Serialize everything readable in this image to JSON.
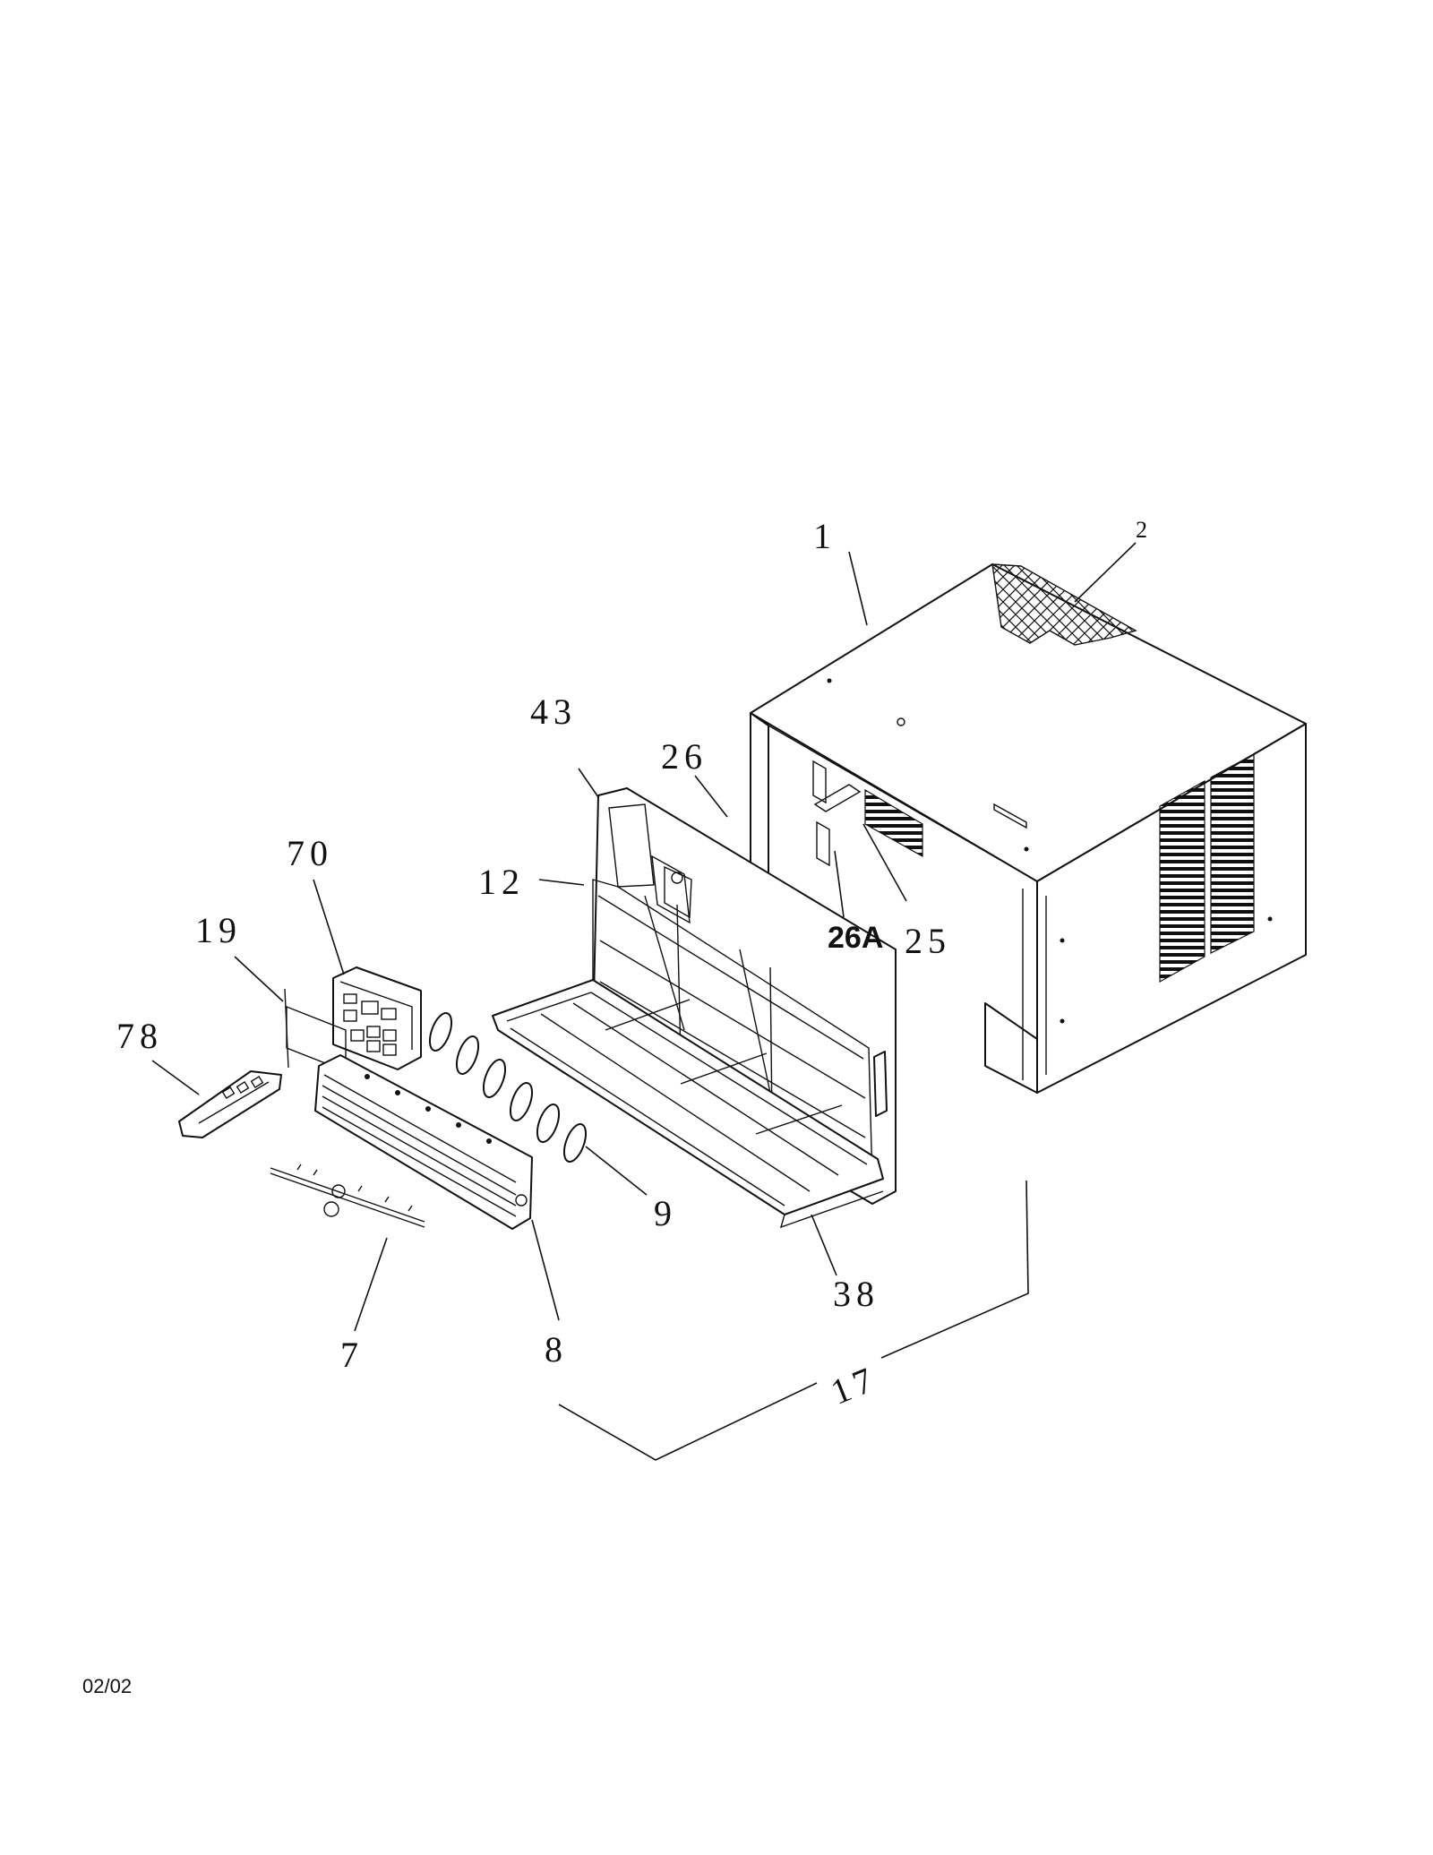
{
  "diagram": {
    "callouts": {
      "c1": "1",
      "c2": "2",
      "c43": "43",
      "c26": "26",
      "c12": "12",
      "c26a": "26A",
      "c25": "25",
      "c70": "70",
      "c19": "19",
      "c78": "78",
      "c9": "9",
      "c38": "38",
      "c7": "7",
      "c8": "8",
      "c17": "17"
    }
  },
  "footer": {
    "date_code": "02/02"
  }
}
